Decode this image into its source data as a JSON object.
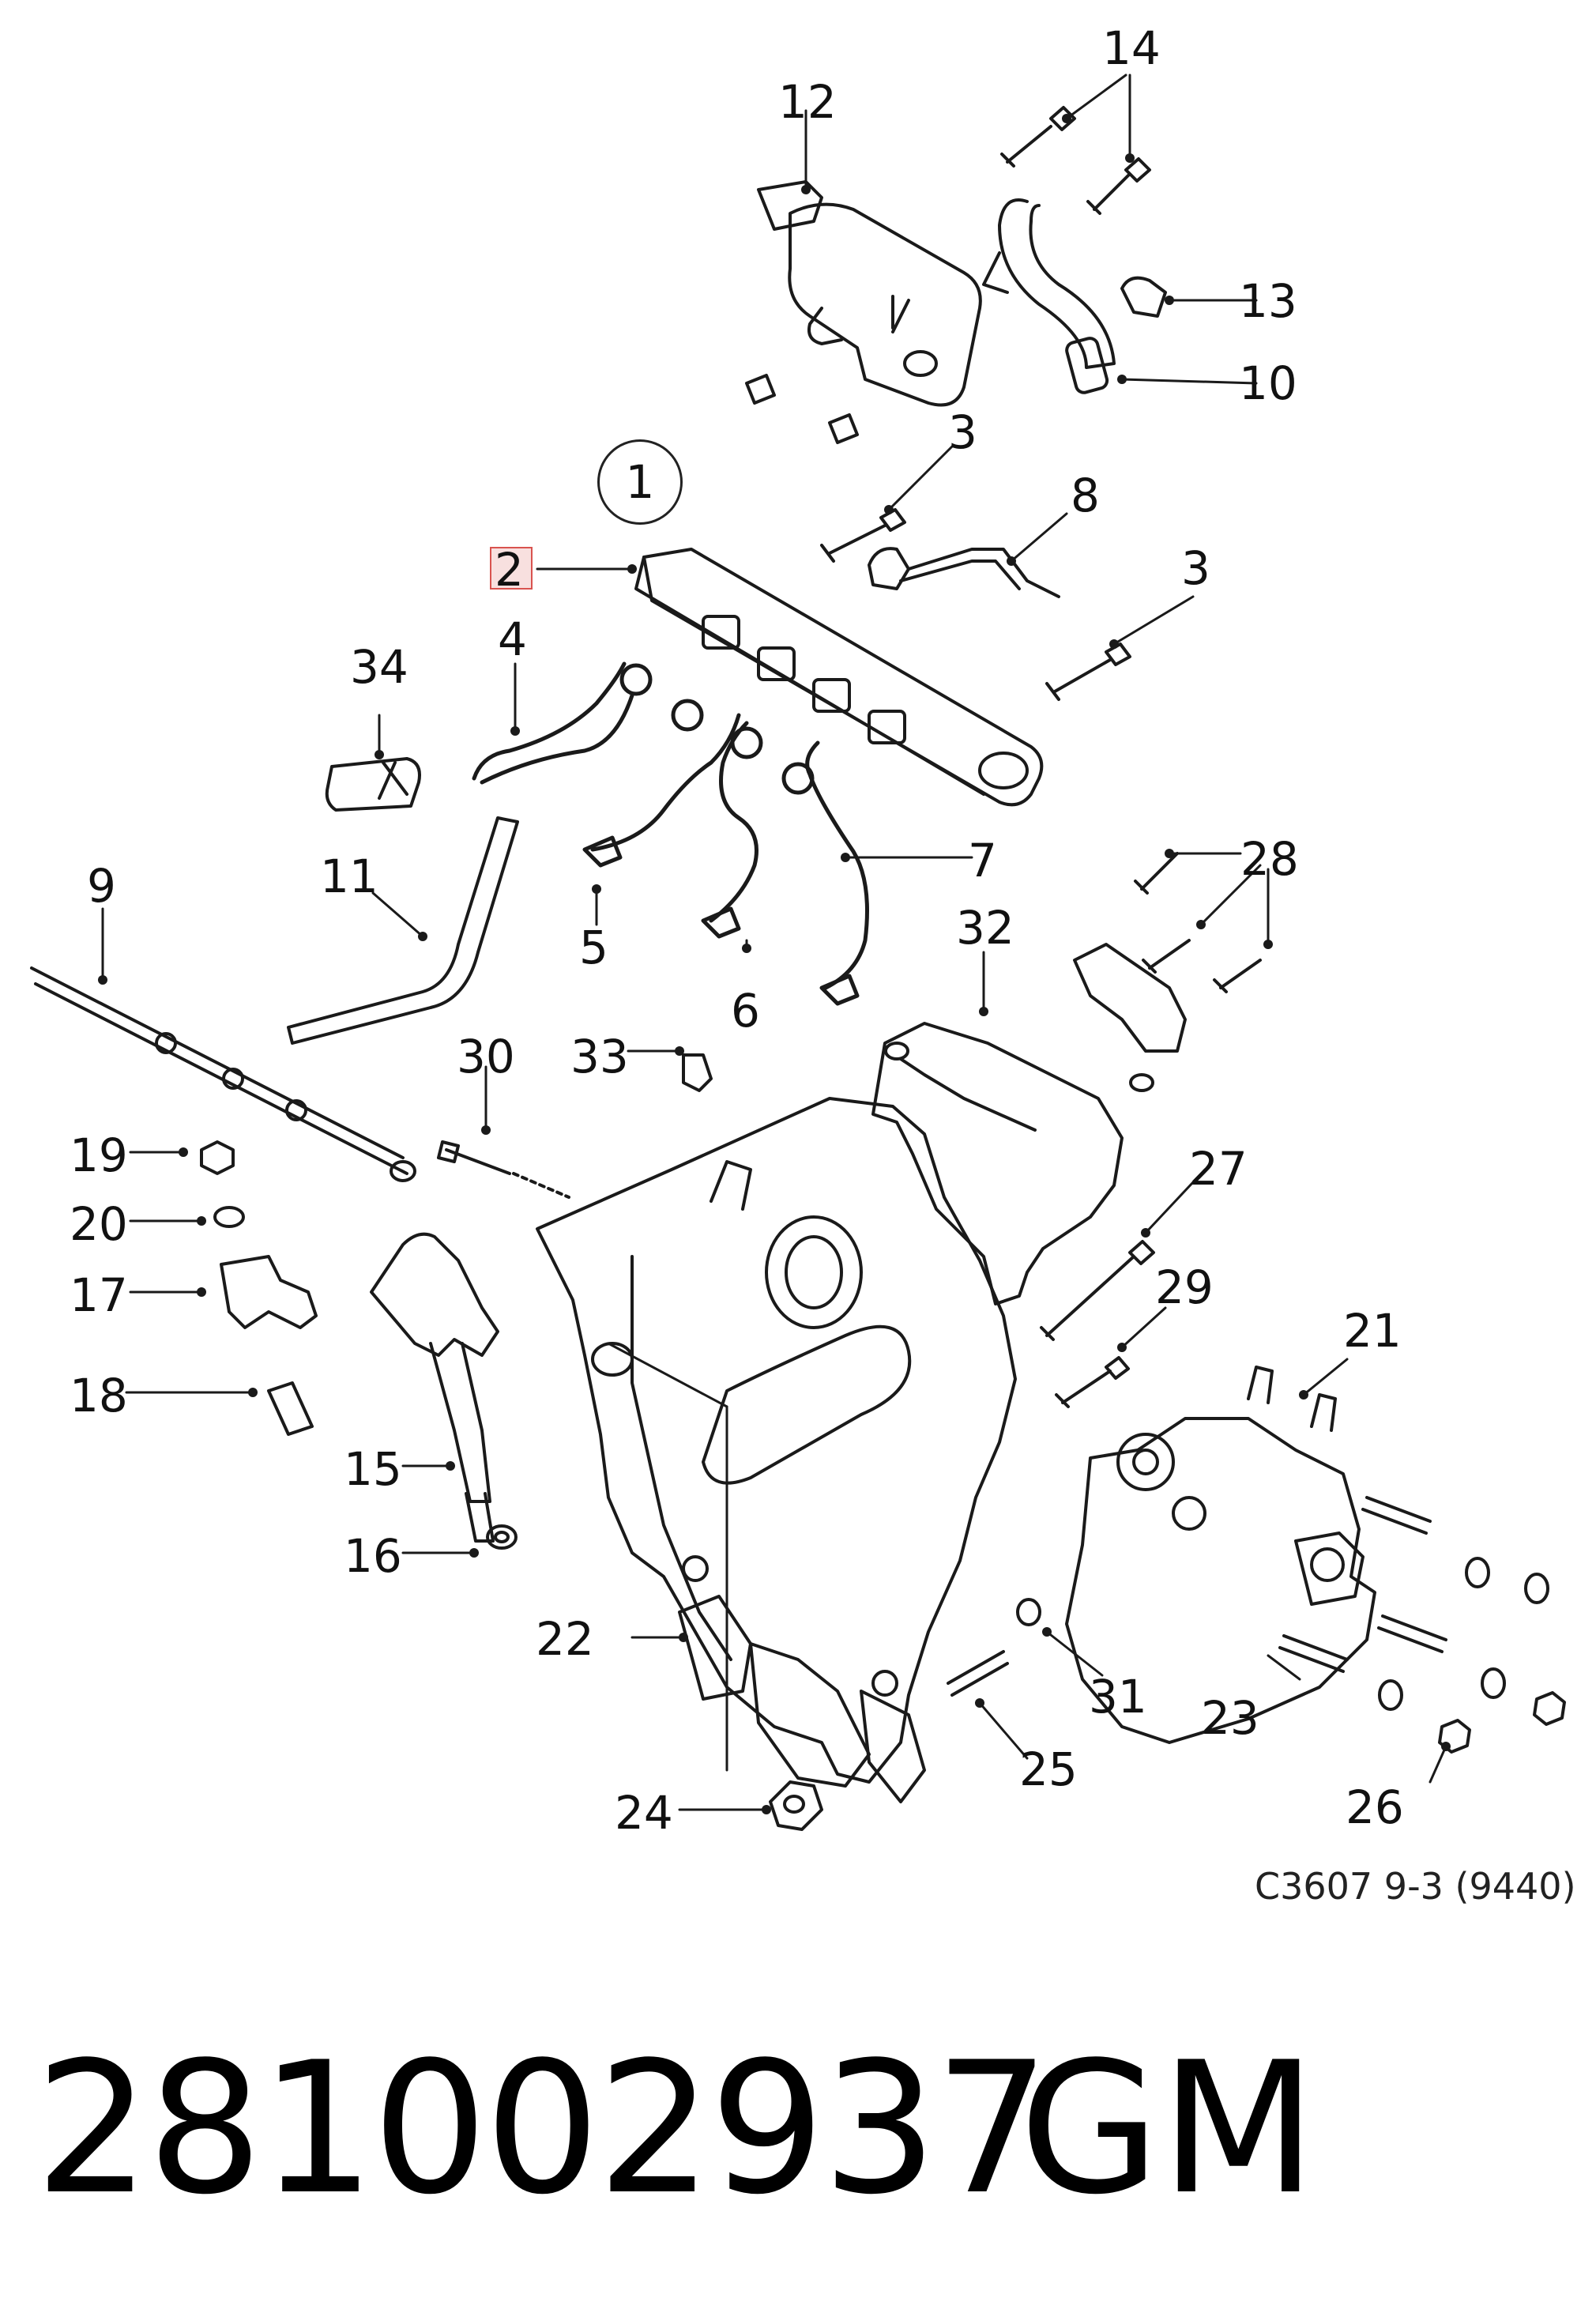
{
  "diagram": {
    "callouts": {
      "c1": "1",
      "c2": "2",
      "c3a": "3",
      "c3b": "3",
      "c4": "4",
      "c5": "5",
      "c6": "6",
      "c7": "7",
      "c8": "8",
      "c9": "9",
      "c10": "10",
      "c11": "11",
      "c12": "12",
      "c13": "13",
      "c14": "14",
      "c15": "15",
      "c16": "16",
      "c17": "17",
      "c18": "18",
      "c19": "19",
      "c20": "20",
      "c21": "21",
      "c22": "22",
      "c23": "23",
      "c24": "24",
      "c25": "25",
      "c26": "26",
      "c27": "27",
      "c28": "28",
      "c29": "29",
      "c30": "30",
      "c31": "31",
      "c32": "32",
      "c33": "33",
      "c34": "34"
    },
    "highlighted_callout": "2",
    "code": "C3607 9-3 (9440)"
  },
  "footer": {
    "part_number": "281002937",
    "brand": "GM"
  },
  "colors": {
    "ink": "#111111",
    "highlight": "#d9534f",
    "background": "#ffffff"
  }
}
